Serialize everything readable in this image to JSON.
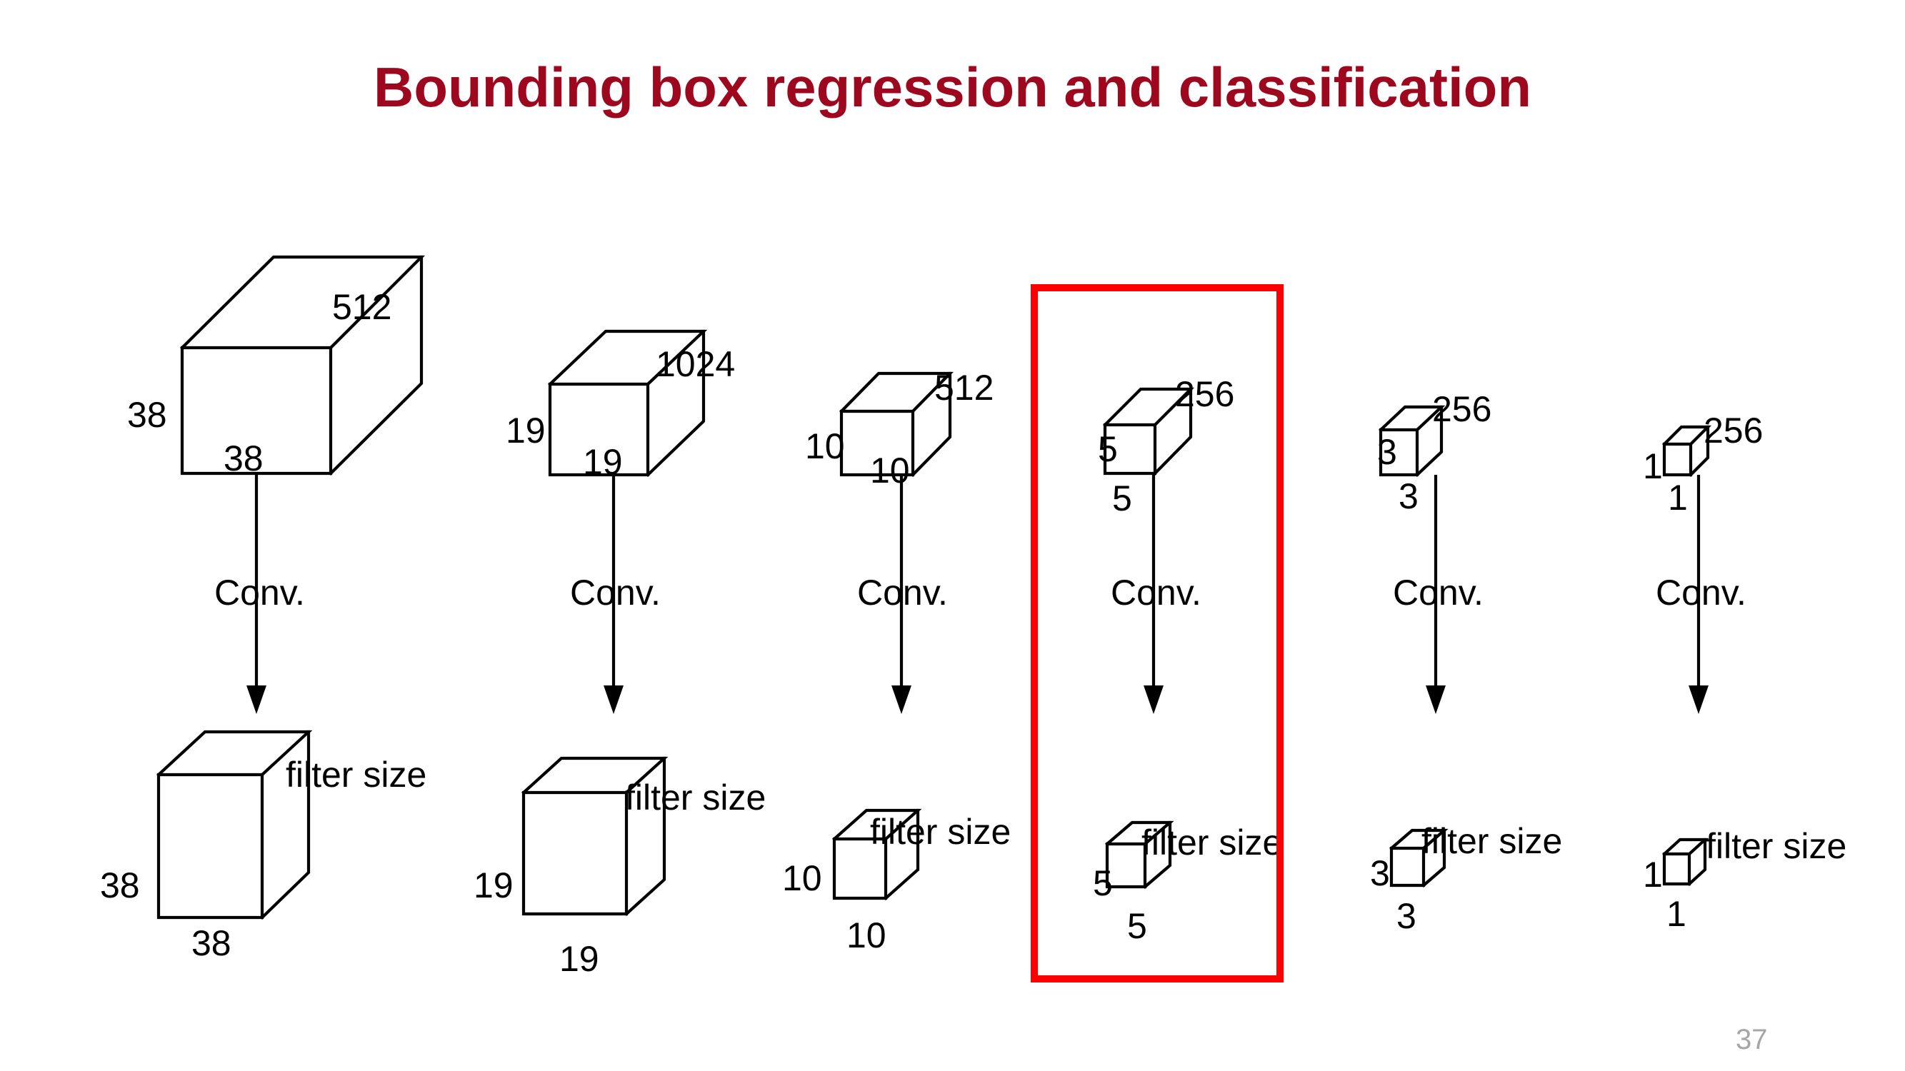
{
  "slide": {
    "title": "Bounding box regression and classification",
    "title_color": "#9d081f",
    "page_number": "37",
    "page_number_color": "#a6a6a6",
    "background_color": "#ffffff",
    "highlight_box": {
      "color": "#ff0000",
      "label": "highlight-rectangle"
    }
  },
  "diagram": {
    "type": "cnn-feature-map-pyramid",
    "arrow_label_default": "Conv.",
    "filter_label_default": "filter size",
    "stages": [
      {
        "id": "stage-1",
        "feature_map": {
          "height": "38",
          "width": "38",
          "depth": "512"
        },
        "arrow_label": "Conv.",
        "filter": {
          "height": "38",
          "width": "38",
          "label": "filter size"
        },
        "highlighted": false
      },
      {
        "id": "stage-2",
        "feature_map": {
          "height": "19",
          "width": "19",
          "depth": "1024"
        },
        "arrow_label": "Conv.",
        "filter": {
          "height": "19",
          "width": "19",
          "label": "filter size"
        },
        "highlighted": false
      },
      {
        "id": "stage-3",
        "feature_map": {
          "height": "10",
          "width": "10",
          "depth": "512"
        },
        "arrow_label": "Conv.",
        "filter": {
          "height": "10",
          "width": "10",
          "label": "filter size"
        },
        "highlighted": false
      },
      {
        "id": "stage-4",
        "feature_map": {
          "height": "5",
          "width": "5",
          "depth": "256"
        },
        "arrow_label": "Conv.",
        "filter": {
          "height": "5",
          "width": "5",
          "label": "filter size"
        },
        "highlighted": true
      },
      {
        "id": "stage-5",
        "feature_map": {
          "height": "3",
          "width": "3",
          "depth": "256"
        },
        "arrow_label": "Conv.",
        "filter": {
          "height": "3",
          "width": "3",
          "label": "filter size"
        },
        "highlighted": false
      },
      {
        "id": "stage-6",
        "feature_map": {
          "height": "1",
          "width": "1",
          "depth": "256"
        },
        "arrow_label": "Conv.",
        "filter": {
          "height": "1",
          "width": "1",
          "label": "filter size"
        },
        "highlighted": false
      }
    ]
  }
}
